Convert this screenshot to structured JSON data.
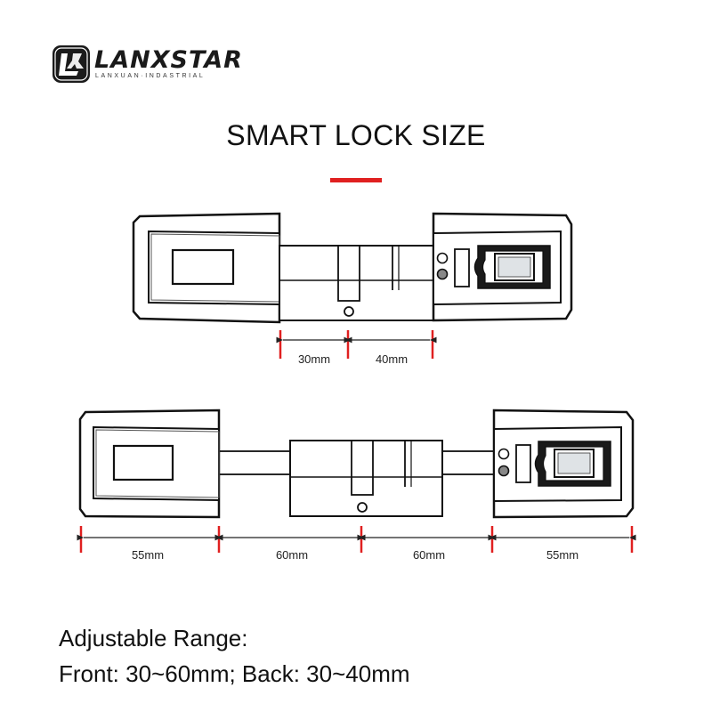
{
  "brand": {
    "name": "LANXSTAR",
    "tagline": "LANXUAN·INDASTRIAL",
    "logo_icon": "lx-logo-icon"
  },
  "title": "SMART LOCK SIZE",
  "accent_color": "#e02020",
  "diagram": {
    "top_assembly": {
      "dimensions": [
        "30mm",
        "40mm"
      ]
    },
    "bottom_assembly": {
      "dimensions": [
        "55mm",
        "60mm",
        "60mm",
        "55mm"
      ]
    }
  },
  "notes": {
    "heading": "Adjustable Range:",
    "detail": "Front: 30~60mm; Back: 30~40mm"
  }
}
